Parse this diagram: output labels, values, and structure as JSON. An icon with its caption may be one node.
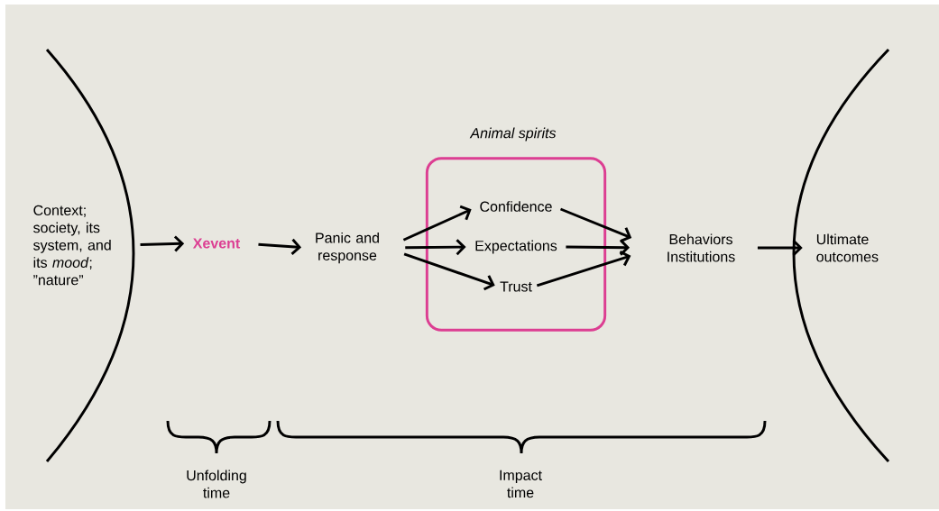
{
  "diagram": {
    "nodes": [
      {
        "text": [
          "Context; society, its system, and its *mood*; ”nature”"
        ]
      },
      {
        "text": [
          "Xevent"
        ]
      },
      {
        "text": [
          "Panic and response"
        ]
      },
      {
        "text": [
          "Animal spirits"
        ]
      },
      {
        "text": [
          "Confidence"
        ],
        "in": 3
      },
      {
        "text": [
          "Expectations"
        ],
        "in": 3
      },
      {
        "text": [
          "Trust"
        ],
        "in": 3
      },
      {
        "text": [
          "Behaviors Institutions"
        ]
      },
      {
        "text": [
          "Ultimate outcomes"
        ]
      }
    ],
    "edges": [
      {
        "from": 0,
        "to": 1,
        "arrow": "to"
      },
      {
        "from": 1,
        "to": 2,
        "arrow": "to"
      },
      {
        "from": 2,
        "to": 4,
        "arrow": "to"
      },
      {
        "from": 2,
        "to": 5,
        "arrow": "to"
      },
      {
        "from": 2,
        "to": 6,
        "arrow": "to"
      },
      {
        "from": 4,
        "to": 7,
        "arrow": "to"
      },
      {
        "from": 5,
        "to": 7,
        "arrow": "to"
      },
      {
        "from": 6,
        "to": 7,
        "arrow": "to"
      },
      {
        "from": 7,
        "to": 8,
        "arrow": "to"
      }
    ],
    "labels": [
      "Unfolding time",
      "Impact time"
    ]
  }
}
